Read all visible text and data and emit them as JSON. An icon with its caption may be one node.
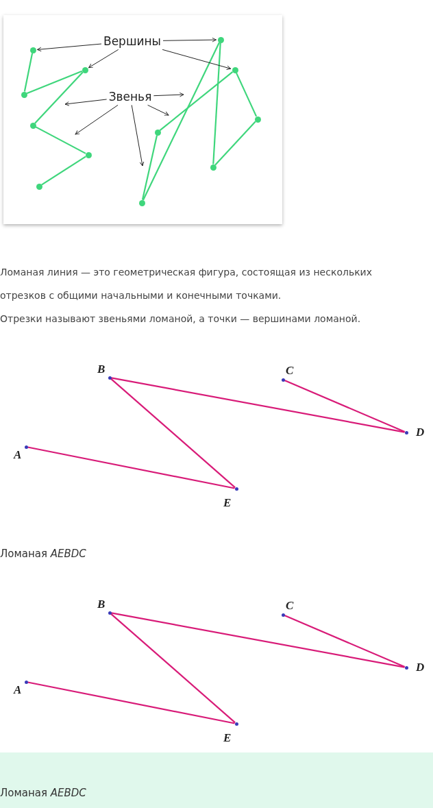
{
  "diagram": {
    "nodes": [
      {
        "text": [
          "Вершины"
        ]
      },
      {
        "text": [
          "Звенья"
        ]
      },
      {
        "text": [],
        "shape": "circle"
      },
      {
        "text": [],
        "shape": "circle"
      },
      {
        "text": [],
        "shape": "circle"
      },
      {
        "text": [],
        "shape": "circle"
      },
      {
        "text": [],
        "shape": "circle"
      },
      {
        "text": [],
        "shape": "circle"
      },
      {
        "text": [],
        "shape": "circle"
      },
      {
        "text": [],
        "shape": "circle"
      },
      {
        "text": [],
        "shape": "circle"
      },
      {
        "text": [],
        "shape": "circle"
      },
      {
        "text": [],
        "shape": "circle"
      },
      {
        "text": [],
        "shape": "circle"
      },
      {
        "text": [],
        "shape": "circle",
        "beside": [
          "A"
        ]
      },
      {
        "text": [],
        "shape": "circle",
        "beside": [
          "B"
        ]
      },
      {
        "text": [],
        "shape": "circle",
        "beside": [
          "C"
        ]
      },
      {
        "text": [],
        "shape": "circle",
        "beside": [
          "D"
        ]
      },
      {
        "text": [],
        "shape": "circle",
        "beside": [
          "E"
        ]
      },
      {
        "text": [],
        "shape": "circle",
        "beside": [
          "A"
        ]
      },
      {
        "text": [],
        "shape": "circle",
        "beside": [
          "B"
        ]
      },
      {
        "text": [],
        "shape": "circle",
        "beside": [
          "C"
        ]
      },
      {
        "text": [],
        "shape": "circle",
        "beside": [
          "D"
        ]
      },
      {
        "text": [],
        "shape": "circle",
        "beside": [
          "E"
        ]
      }
    ],
    "edges": [
      {
        "from": 2,
        "to": 3,
        "arrow": "none",
        "color": "#3fd67c"
      },
      {
        "from": 3,
        "to": 4,
        "arrow": "none",
        "color": "#3fd67c"
      },
      {
        "from": 4,
        "to": 5,
        "arrow": "none",
        "color": "#3fd67c"
      },
      {
        "from": 5,
        "to": 6,
        "arrow": "none",
        "color": "#3fd67c"
      },
      {
        "from": 6,
        "to": 7,
        "arrow": "none",
        "color": "#3fd67c"
      },
      {
        "from": 8,
        "to": 9,
        "arrow": "none",
        "color": "#3fd67c"
      },
      {
        "from": 9,
        "to": 10,
        "arrow": "none",
        "color": "#3fd67c"
      },
      {
        "from": 10,
        "to": 11,
        "arrow": "none",
        "color": "#3fd67c"
      },
      {
        "from": 11,
        "to": 12,
        "arrow": "none",
        "color": "#3fd67c"
      },
      {
        "from": 12,
        "to": 13,
        "arrow": "none",
        "color": "#3fd67c"
      },
      {
        "from": 13,
        "to": 8,
        "arrow": "none",
        "color": "#3fd67c"
      },
      {
        "from": 0,
        "to": 2,
        "arrow": "to",
        "color": "#222222"
      },
      {
        "from": 0,
        "to": 4,
        "arrow": "to",
        "color": "#222222"
      },
      {
        "from": 0,
        "to": 9,
        "arrow": "to",
        "color": "#222222"
      },
      {
        "from": 0,
        "to": 12,
        "arrow": "to",
        "color": "#222222"
      },
      {
        "from": 1,
        "to": null,
        "arrow": "to",
        "color": "#222222"
      },
      {
        "from": 1,
        "to": null,
        "arrow": "to",
        "color": "#222222"
      },
      {
        "from": 1,
        "to": null,
        "arrow": "to",
        "color": "#222222"
      },
      {
        "from": 1,
        "to": null,
        "arrow": "to",
        "color": "#222222"
      },
      {
        "from": 1,
        "to": null,
        "arrow": "to",
        "color": "#222222"
      },
      {
        "from": 14,
        "to": 18,
        "arrow": "none",
        "color": "#d81b78"
      },
      {
        "from": 18,
        "to": 15,
        "arrow": "none",
        "color": "#d81b78"
      },
      {
        "from": 15,
        "to": 17,
        "arrow": "none",
        "color": "#d81b78"
      },
      {
        "from": 17,
        "to": 16,
        "arrow": "none",
        "color": "#d81b78"
      },
      {
        "from": 19,
        "to": 23,
        "arrow": "none",
        "color": "#d81b78"
      },
      {
        "from": 23,
        "to": 20,
        "arrow": "none",
        "color": "#d81b78"
      },
      {
        "from": 20,
        "to": 22,
        "arrow": "none",
        "color": "#d81b78"
      },
      {
        "from": 22,
        "to": 21,
        "arrow": "none",
        "color": "#d81b78"
      }
    ],
    "labels": [
      "Ломаная линия — это геометрическая фигура, состоящая из нескольких отрезков с общими начальными и конечными точками.",
      "Отрезки называют звеньями ломаной, а точки — вершинами ломаной.",
      "Ломаная *AEBDC*",
      "Ломаная *AEBDC*"
    ]
  }
}
